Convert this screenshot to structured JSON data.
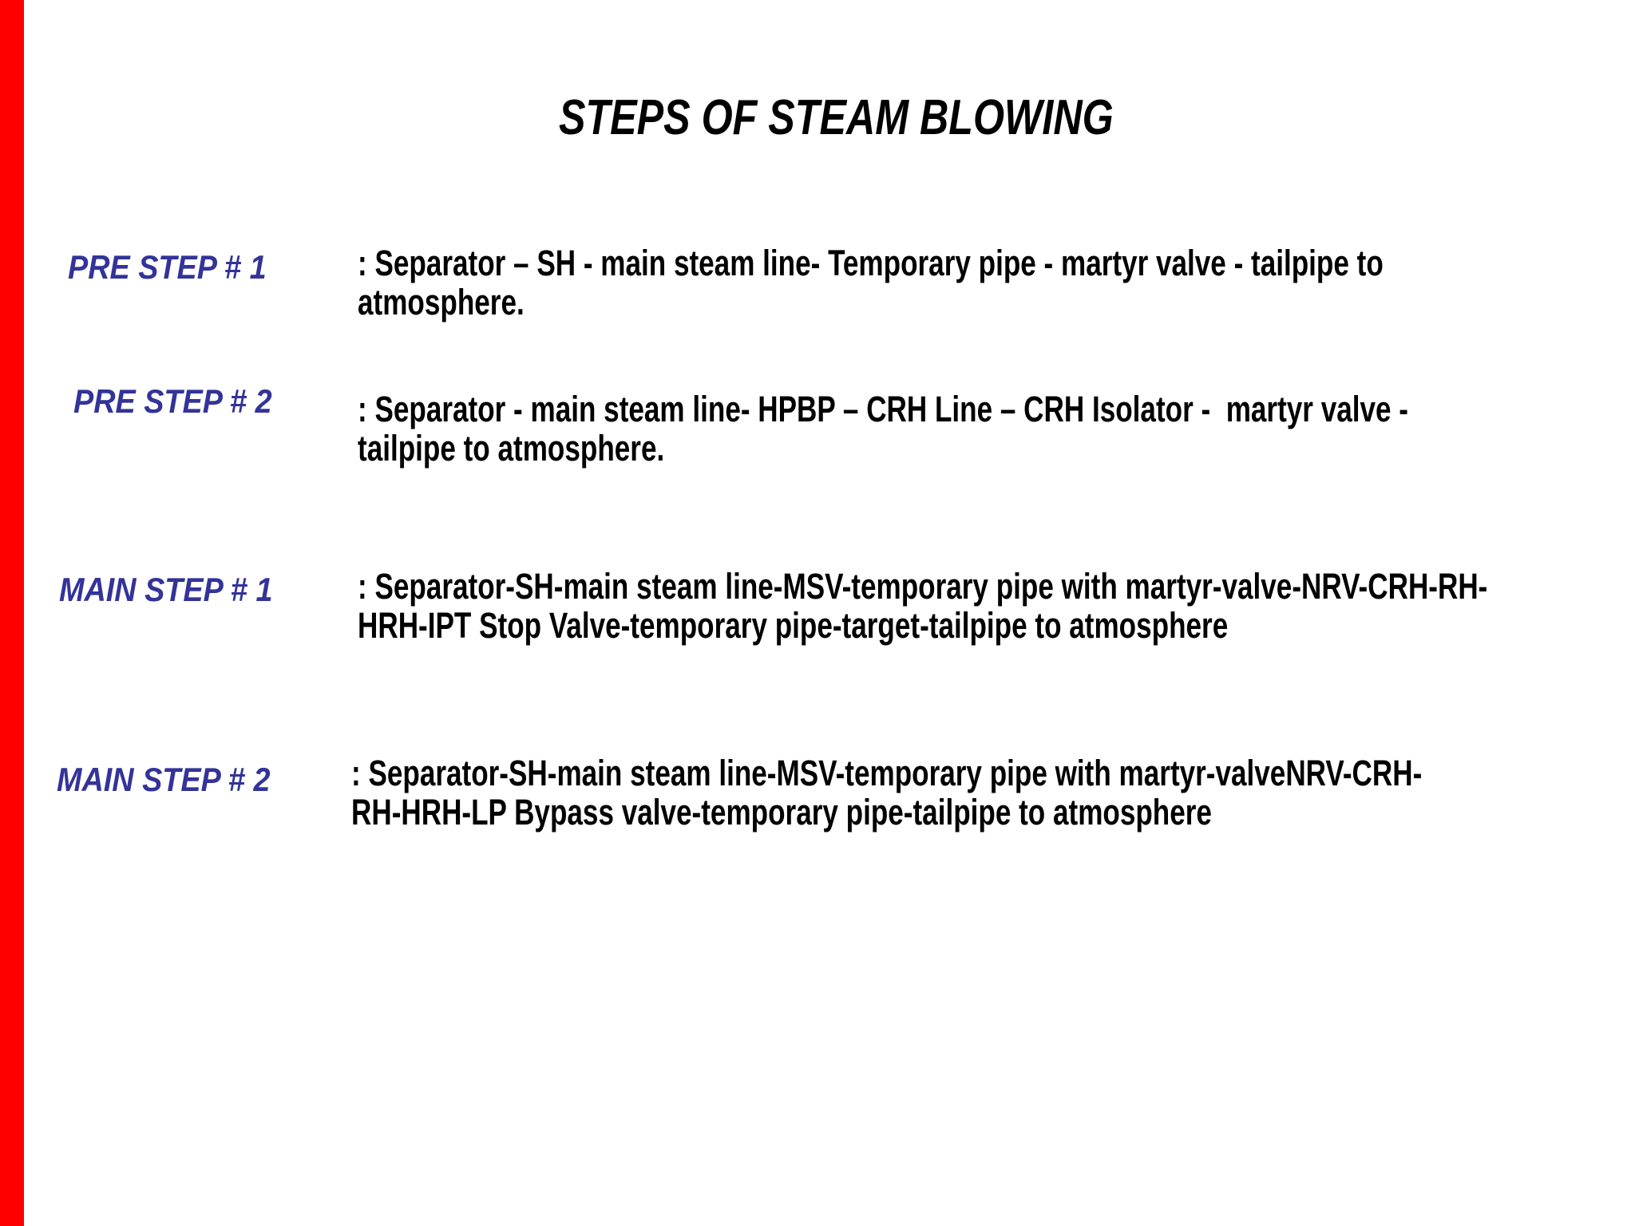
{
  "page": {
    "background": "#ffffff"
  },
  "colors": {
    "accent_red_bar": "#fe0000",
    "label_blue": "#333399",
    "text_black": "#000000"
  },
  "title": "STEPS OF STEAM BLOWING",
  "steps": [
    {
      "label": "PRE STEP # 1",
      "body": ": Separator – SH - main steam line- Temporary pipe - martyr valve - tailpipe to\natmosphere."
    },
    {
      "label": "PRE STEP # 2",
      "body": ": Separator - main steam line- HPBP – CRH Line – CRH Isolator -  martyr valve -\ntailpipe to atmosphere."
    },
    {
      "label": "MAIN STEP # 1",
      "body": ": Separator-SH-main steam line-MSV-temporary pipe with martyr-valve-NRV-CRH-RH-\nHRH-IPT Stop Valve-temporary pipe-target-tailpipe to atmosphere"
    },
    {
      "label": "MAIN STEP # 2",
      "body": ": Separator-SH-main steam line-MSV-temporary pipe with martyr-valveNRV-CRH-\nRH-HRH-LP Bypass valve-temporary pipe-tailpipe to atmosphere"
    }
  ]
}
